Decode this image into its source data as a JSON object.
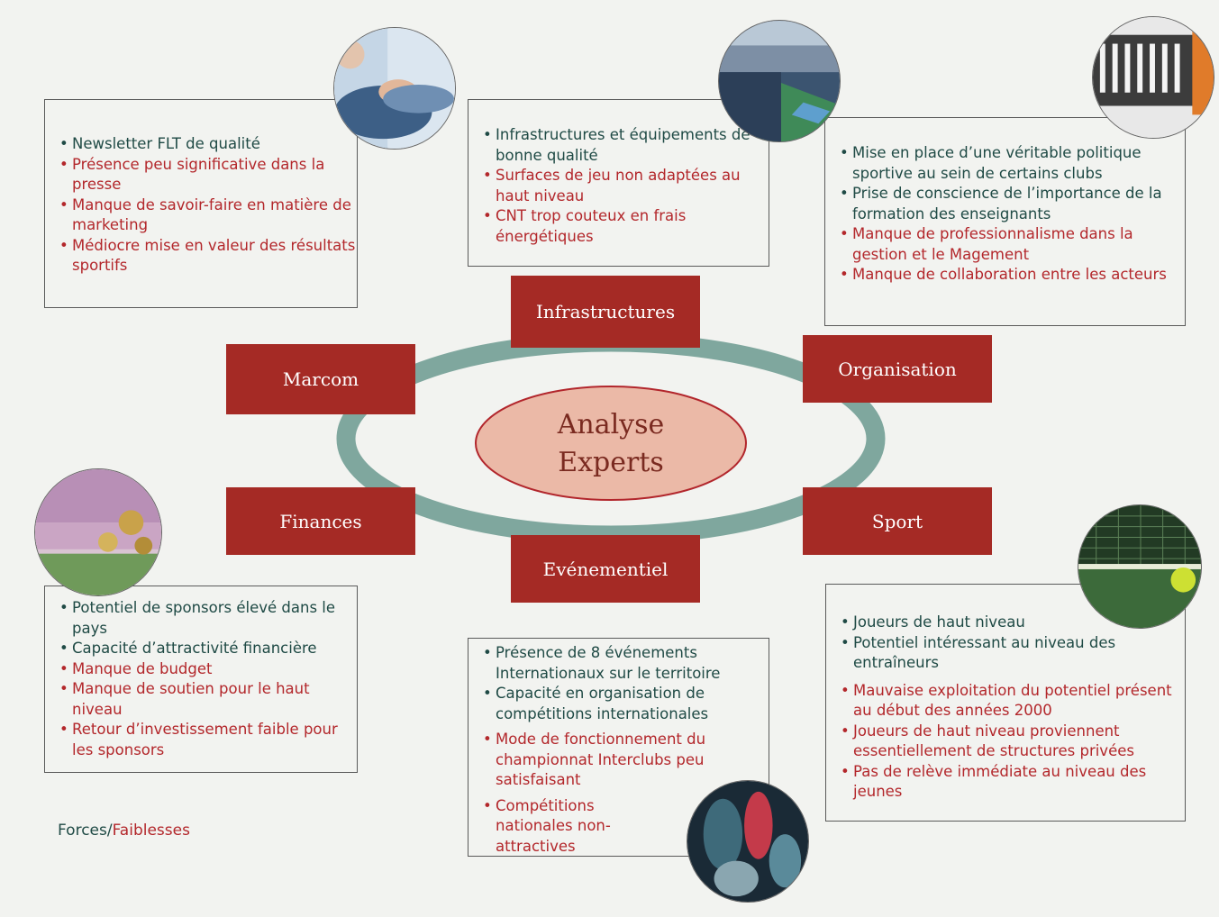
{
  "center": {
    "line1": "Analyse",
    "line2": "Experts"
  },
  "categories": {
    "infrastructures": "Infrastructures",
    "marcom": "Marcom",
    "organisation": "Organisation",
    "finances": "Finances",
    "sport": "Sport",
    "evenementiel": "Evénementiel"
  },
  "panels": {
    "marcom": [
      {
        "text": "Newsletter FLT de qualité",
        "type": "force"
      },
      {
        "text": "Présence peu significative dans la presse",
        "type": "faiblesse"
      },
      {
        "text": "Manque de savoir-faire en matière de marketing",
        "type": "faiblesse"
      },
      {
        "text": "Médiocre mise en valeur des résultats sportifs",
        "type": "faiblesse"
      }
    ],
    "infrastructures": [
      {
        "text": "Infrastructures et équipements de bonne qualité",
        "type": "force"
      },
      {
        "text": "Surfaces de  jeu non adaptées au haut niveau",
        "type": "faiblesse"
      },
      {
        "text": "CNT trop couteux en frais énergétiques",
        "type": "faiblesse"
      }
    ],
    "organisation": [
      {
        "text": "Mise en place d’une véritable politique sportive au sein de certains clubs",
        "type": "force"
      },
      {
        "text": "Prise de conscience de l’importance de la formation des enseignants",
        "type": "force"
      },
      {
        "text": "Manque de professionnalisme dans la gestion et le Magement",
        "type": "faiblesse"
      },
      {
        "text": "Manque de collaboration entre les acteurs",
        "type": "faiblesse"
      }
    ],
    "finances": [
      {
        "text": "Potentiel de sponsors élevé dans le pays",
        "type": "force"
      },
      {
        "text": "Capacité d’attractivité financière",
        "type": "force"
      },
      {
        "text": "Manque de budget",
        "type": "faiblesse"
      },
      {
        "text": "Manque de soutien pour le haut niveau",
        "type": "faiblesse"
      },
      {
        "text": "Retour d’investissement faible pour les sponsors",
        "type": "faiblesse"
      }
    ],
    "evenementiel": [
      {
        "text": "Présence de 8 événements Internationaux sur le territoire",
        "type": "force"
      },
      {
        "text": "Capacité en organisation de compétitions internationales",
        "type": "force"
      },
      {
        "text": "Mode de fonctionnement du championnat Interclubs peu satisfaisant",
        "type": "faiblesse"
      },
      {
        "text": "Compétitions nationales non-attractives",
        "type": "faiblesse"
      }
    ],
    "sport": [
      {
        "text": "Joueurs de haut niveau",
        "type": "force"
      },
      {
        "text": "Potentiel intéressant au niveau des entraîneurs",
        "type": "force"
      },
      {
        "text": "Mauvaise exploitation du potentiel présent au début des années 2000",
        "type": "faiblesse"
      },
      {
        "text": "Joueurs de haut niveau proviennent essentiellement de structures privées",
        "type": "faiblesse"
      },
      {
        "text": "Pas de relève immédiate au niveau des jeunes",
        "type": "faiblesse"
      }
    ]
  },
  "legend": {
    "forces": "Forces",
    "separator": "/",
    "faiblesses": "Faiblesses"
  },
  "colors": {
    "force": "#1f4a45",
    "faiblesse": "#b3272b",
    "category_box": "#a52a25",
    "ring": "#7fa79e",
    "center_fill": "#ebb9a7",
    "center_stroke": "#b2262c"
  },
  "photos": {
    "marcom": "handshake-photo",
    "infrastructures": "tennis-stadium-photo",
    "organisation": "binders-photo",
    "finances": "euro-money-photo",
    "evenementiel": "players-event-photo",
    "sport": "tennis-ball-net-photo"
  }
}
